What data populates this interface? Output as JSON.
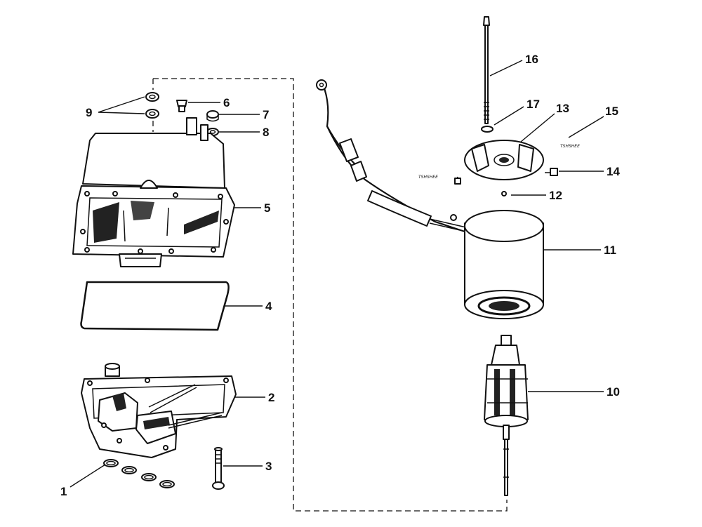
{
  "callouts": [
    {
      "id": "1",
      "text": "1"
    },
    {
      "id": "2",
      "text": "2"
    },
    {
      "id": "3",
      "text": "3"
    },
    {
      "id": "4",
      "text": "4"
    },
    {
      "id": "5",
      "text": "5"
    },
    {
      "id": "6",
      "text": "6"
    },
    {
      "id": "7",
      "text": "7"
    },
    {
      "id": "8",
      "text": "8"
    },
    {
      "id": "9",
      "text": "9"
    },
    {
      "id": "10",
      "text": "10"
    },
    {
      "id": "11",
      "text": "11"
    },
    {
      "id": "12",
      "text": "12"
    },
    {
      "id": "13",
      "text": "13"
    },
    {
      "id": "14",
      "text": "14"
    },
    {
      "id": "15",
      "text": "15"
    },
    {
      "id": "16",
      "text": "16"
    },
    {
      "id": "17",
      "text": "17"
    }
  ],
  "tiny_marks": {
    "brush_left": "TSHSHEE",
    "brush_right": "TSHSHEE"
  }
}
